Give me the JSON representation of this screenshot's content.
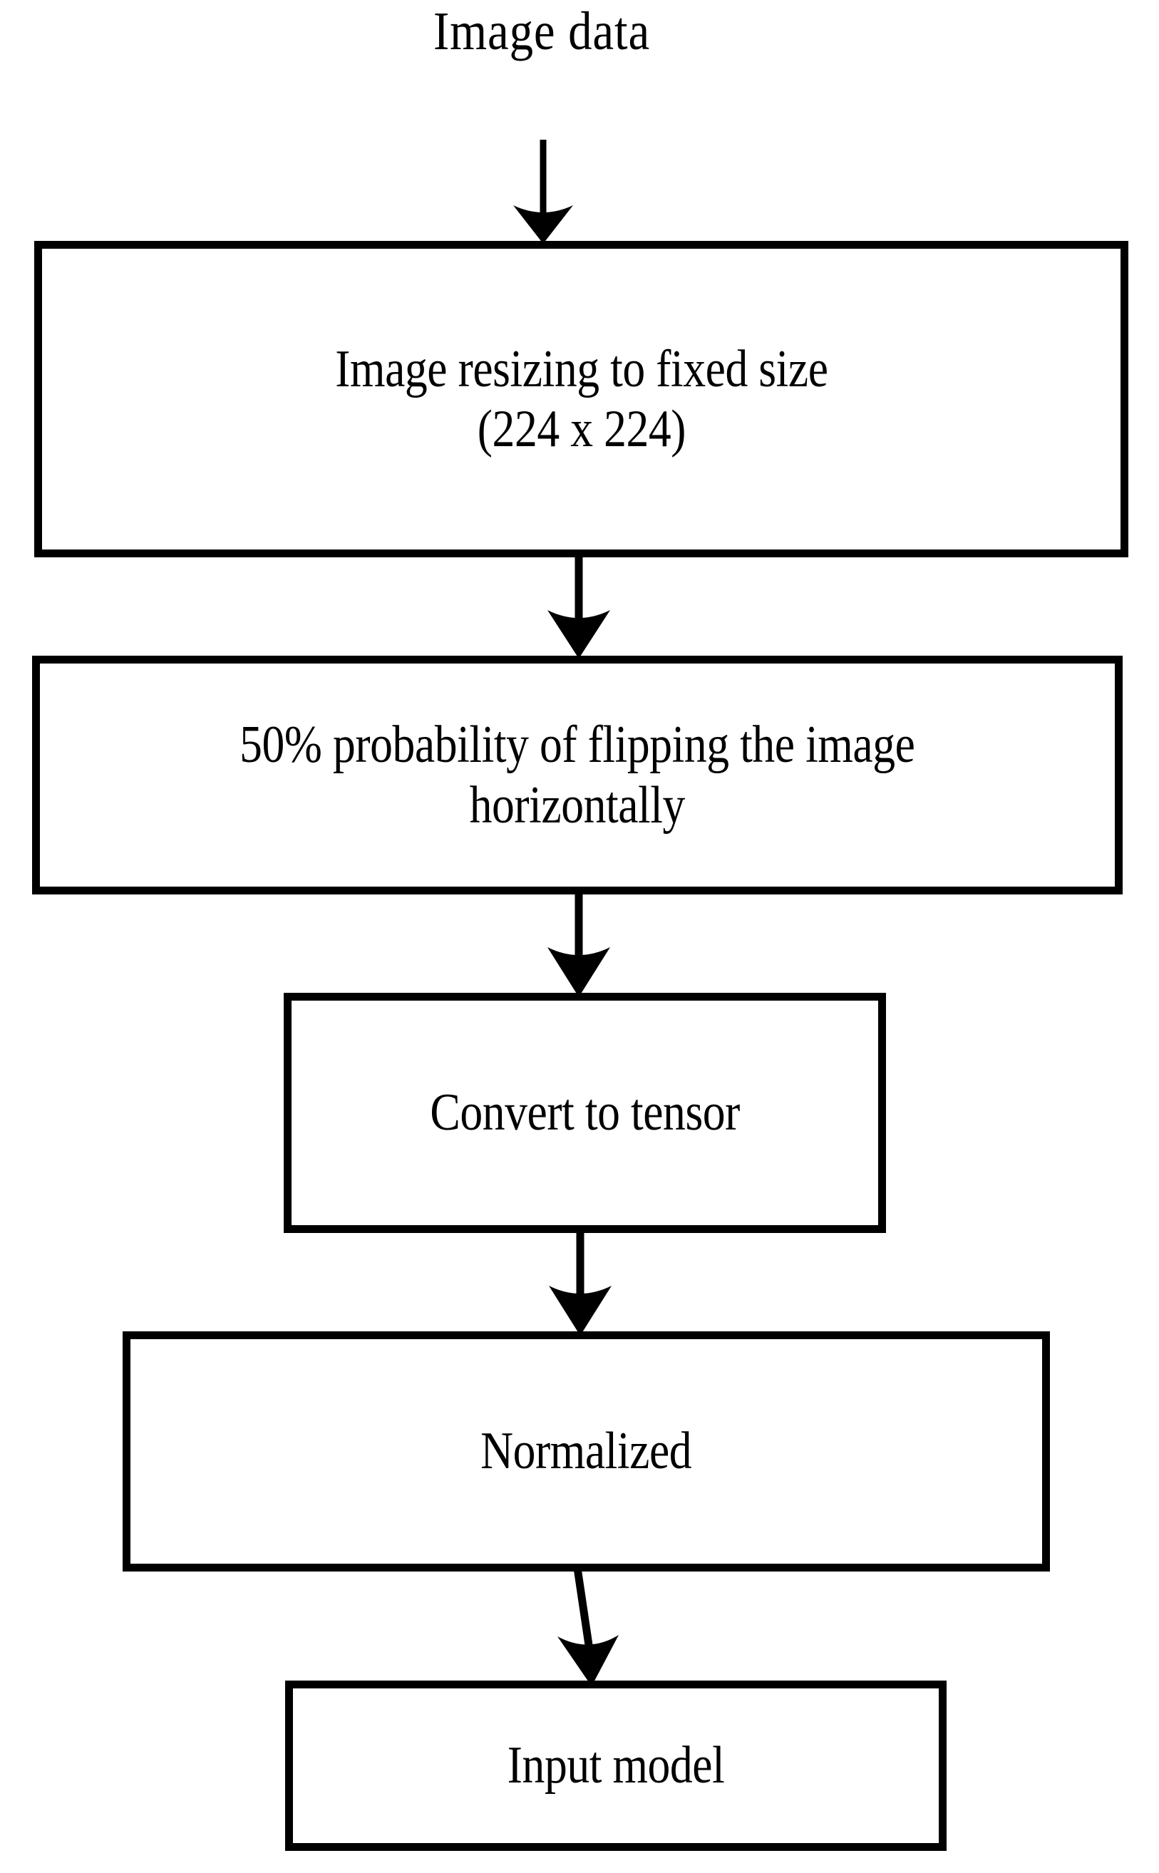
{
  "diagram": {
    "title": "Image data",
    "background_color": "#ffffff",
    "stroke_color": "#000000",
    "nodes": [
      {
        "id": "resize",
        "label": "Image resizing to fixed size\n(224 x 224)",
        "shape": "rectangle"
      },
      {
        "id": "flip",
        "label": "50% probability of flipping the image\nhorizontally",
        "shape": "rectangle"
      },
      {
        "id": "tensor",
        "label": "Convert to tensor",
        "shape": "rectangle"
      },
      {
        "id": "normalize",
        "label": "Normalized",
        "shape": "rectangle"
      },
      {
        "id": "input-model",
        "label": "Input model",
        "shape": "rectangle"
      }
    ],
    "edges": [
      {
        "from": "title",
        "to": "resize",
        "style": "arrow"
      },
      {
        "from": "resize",
        "to": "flip",
        "style": "arrow"
      },
      {
        "from": "flip",
        "to": "tensor",
        "style": "arrow"
      },
      {
        "from": "tensor",
        "to": "normalize",
        "style": "arrow"
      },
      {
        "from": "normalize",
        "to": "input-model",
        "style": "arrow"
      }
    ]
  }
}
